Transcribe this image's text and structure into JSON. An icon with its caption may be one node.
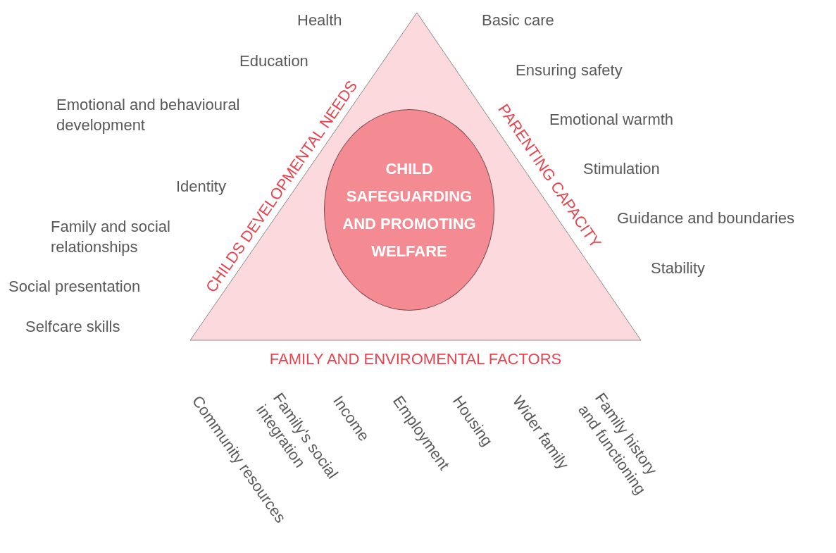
{
  "diagram": {
    "nodes": [
      {
        "text": [
          "CHILDS DEVELOPMENTAL NEEDS",
          "PARENTING CAPACITY",
          "FAMILY AND ENVIROMENTAL FACTORS"
        ]
      },
      {
        "text": [
          "CHILD SAFEGUARDING AND PROMOTING WELFARE"
        ],
        "in": 0
      }
    ],
    "edges": [],
    "labels": [
      "Health",
      "Basic care",
      "Education",
      "Ensuring safety",
      "Emotional and behavioural development",
      "Emotional warmth",
      "Identity",
      "Stimulation",
      "Family and social relationships",
      "Guidance and boundaries",
      "Stability",
      "Social presentation",
      "Selfcare skills",
      "Community resources",
      "Family's social integration",
      "Income",
      "Employment",
      "Housing",
      "Wider family",
      "Family history and functioning"
    ]
  }
}
